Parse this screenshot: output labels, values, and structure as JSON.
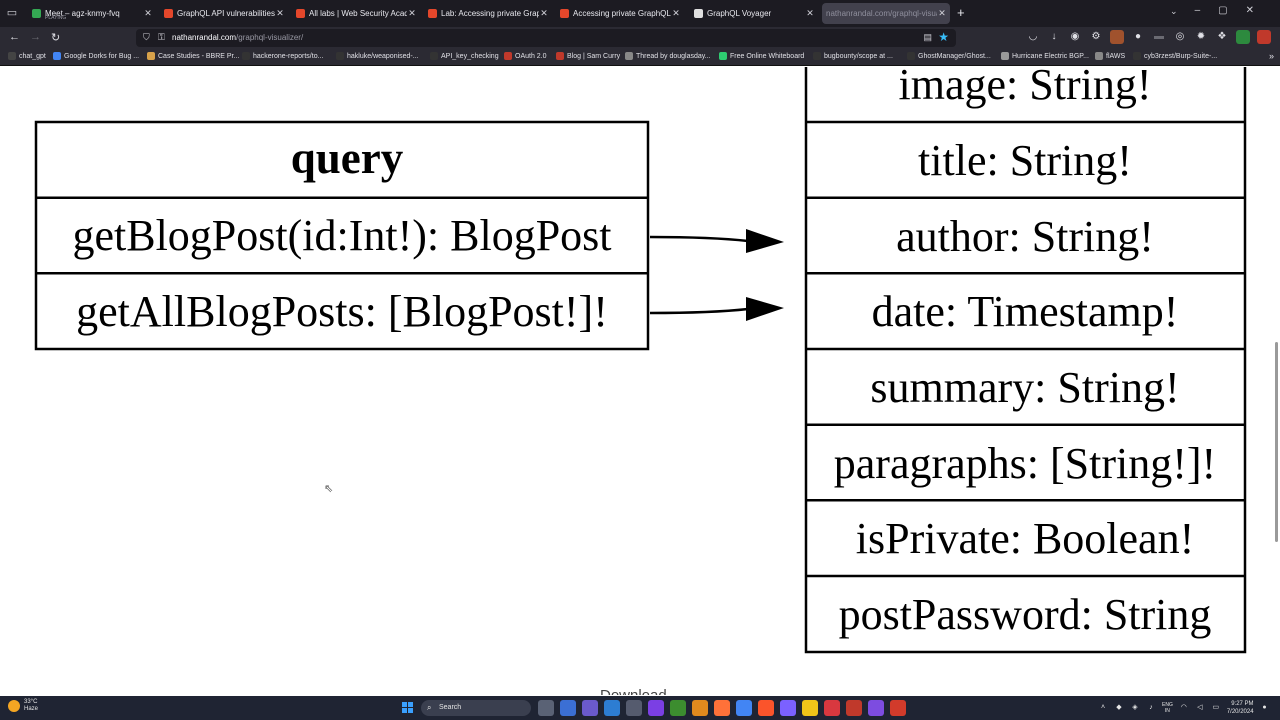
{
  "browser": {
    "tabs": [
      {
        "title": "Meet – agz-knmy-fvq",
        "subtitle": "PLAYING",
        "favicon_color": "#34a853",
        "active": false
      },
      {
        "title": "GraphQL API vulnerabilities | Web",
        "favicon_color": "#e4472b",
        "active": false
      },
      {
        "title": "All labs | Web Security Academy",
        "favicon_color": "#e4472b",
        "active": false
      },
      {
        "title": "Lab: Accessing private GraphQL",
        "favicon_color": "#e4472b",
        "active": false
      },
      {
        "title": "Accessing private GraphQL posts",
        "favicon_color": "#e4472b",
        "active": false
      },
      {
        "title": "GraphQL Voyager",
        "favicon_color": "#e0e0e0",
        "active": false
      },
      {
        "title": "nathanrandal.com/graphql-visualizer",
        "favicon_color": "",
        "active": true
      }
    ],
    "new_tab_glyph": "+",
    "url": {
      "host": "nathanrandal.com",
      "path": "/graphql-visualizer/"
    },
    "bookmarks": [
      {
        "label": "chat_gpt",
        "color": "#444"
      },
      {
        "label": "Google Dorks for Bug ...",
        "color": "#4285f4"
      },
      {
        "label": "Case Studies - BBRE Pr...",
        "color": "#d8a24a"
      },
      {
        "label": "hackerone-reports/to...",
        "color": "#333"
      },
      {
        "label": "hakluke/weaponised-...",
        "color": "#333"
      },
      {
        "label": "API_key_checking",
        "color": "#333"
      },
      {
        "label": "OAuth 2.0",
        "color": "#c0392b"
      },
      {
        "label": "Blog | Sam Curry",
        "color": "#c0392b"
      },
      {
        "label": "Thread by douglasday...",
        "color": "#888"
      },
      {
        "label": "Free Online Whiteboard",
        "color": "#2ecc71"
      },
      {
        "label": "bugbounty/scope at ...",
        "color": "#333"
      },
      {
        "label": "GhostManager/Ghost...",
        "color": "#333"
      },
      {
        "label": "Hurricane Electric BGP...",
        "color": "#999"
      },
      {
        "label": "flAWS",
        "color": "#888"
      },
      {
        "label": "cyb3rzest/Burp-Suite-...",
        "color": "#333"
      }
    ]
  },
  "diagram": {
    "query_node": {
      "title": "query",
      "fields": [
        "getBlogPost(id:Int!): BlogPost",
        "getAllBlogPosts: [BlogPost!]!"
      ]
    },
    "blogpost_node": {
      "fields": [
        "image: String!",
        "title: String!",
        "author: String!",
        "date: Timestamp!",
        "summary: String!",
        "paragraphs: [String!]!",
        "isPrivate: Boolean!",
        "postPassword: String"
      ]
    },
    "download_label": "Download"
  },
  "taskbar": {
    "weather_temp": "33°C",
    "weather_desc": "Haze",
    "search_label": "Search",
    "lang_top": "ENG",
    "lang_bottom": "IN",
    "time": "9:27 PM",
    "date": "7/20/2024",
    "app_colors": [
      "#5a6275",
      "#3b6fd4",
      "#6a5acd",
      "#2d7dd2",
      "#555b6e",
      "#7b3fe4",
      "#3c8d2f",
      "#e08a1e",
      "#ff7139",
      "#4285f4",
      "#fb542b",
      "#7b61ff",
      "#f0c419",
      "#d9383f",
      "#c0392b",
      "#7d4ce0",
      "#d23b2b"
    ]
  },
  "colors": {
    "chrome_dark": "#1c1b22",
    "chrome_mid": "#2b2a33",
    "accent_star": "#38bdf8"
  }
}
